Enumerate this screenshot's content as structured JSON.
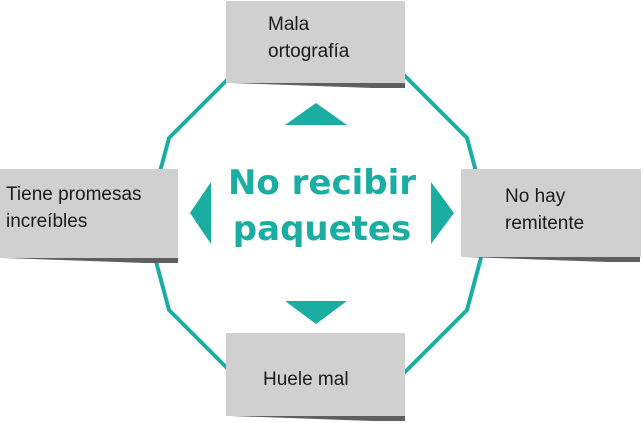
{
  "center": {
    "line1": "No recibir",
    "line2": "paquetes"
  },
  "boxes": {
    "top": {
      "line1": "Mala",
      "line2": "ortografía"
    },
    "left": {
      "line1": "Tiene promesas",
      "line2": "increíbles"
    },
    "right": {
      "line1": "No hay",
      "line2": "remitente"
    },
    "bottom": {
      "line1": "Huele mal"
    }
  },
  "colors": {
    "accent": "#1aaea3",
    "box_fill": "#d0d0d0",
    "box_shadow": "#5f5f5f",
    "text": "#1a1a1a"
  }
}
